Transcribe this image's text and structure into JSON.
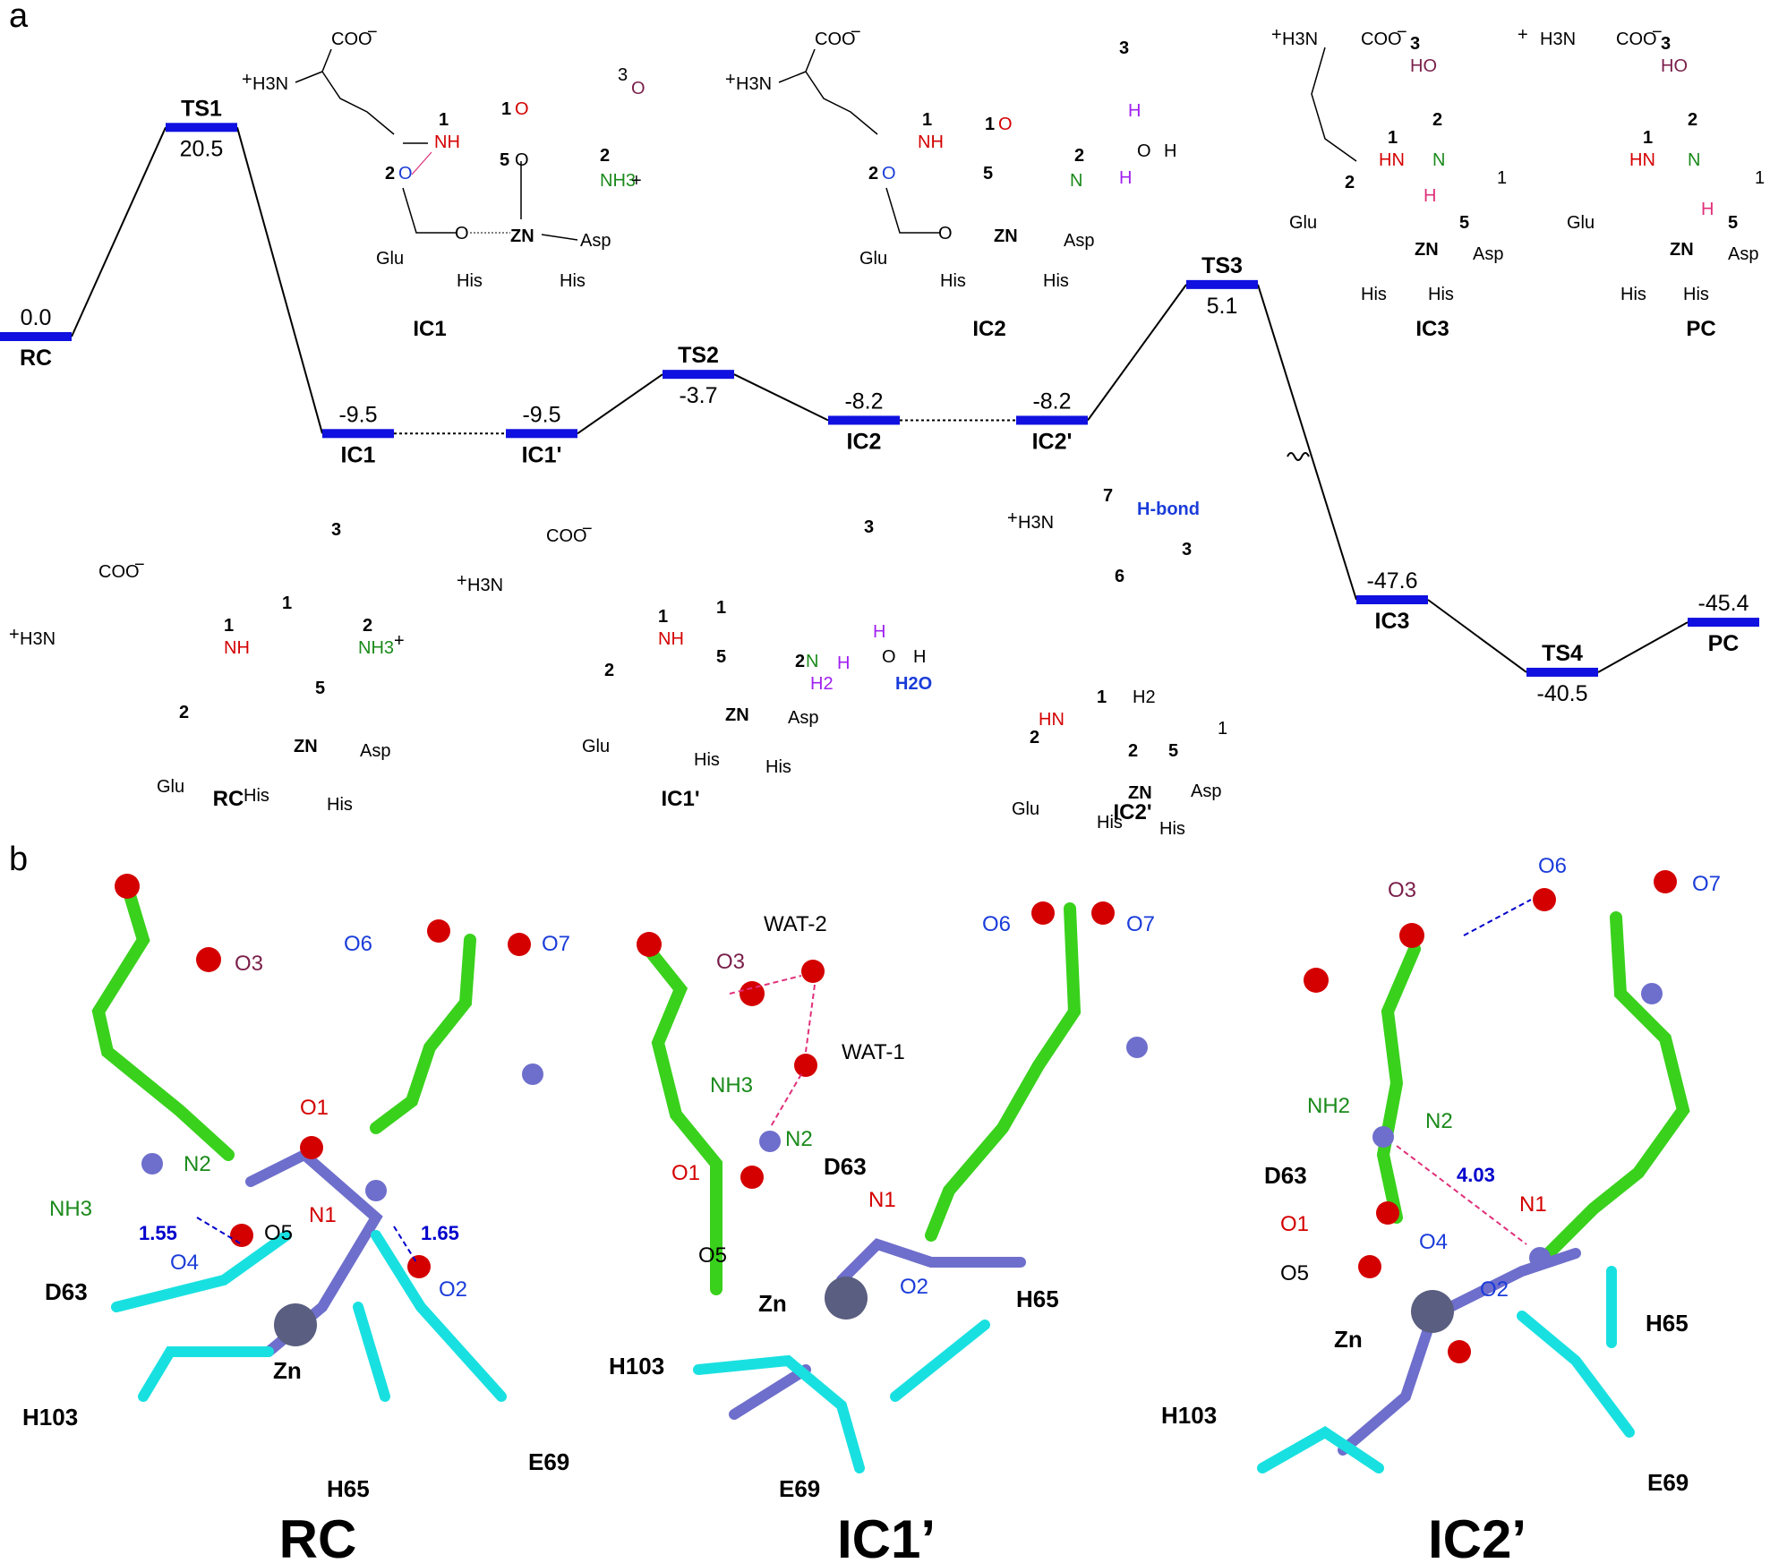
{
  "panels": {
    "a": "a",
    "b": "b"
  },
  "energy_profile": {
    "levels": [
      {
        "name": "RC",
        "value": "0.0",
        "energy": 0.0
      },
      {
        "name": "TS1",
        "value": "20.5",
        "energy": 20.5
      },
      {
        "name": "IC1",
        "value": "-9.5",
        "energy": -9.5
      },
      {
        "name": "IC1'",
        "value": "-9.5",
        "energy": -9.5
      },
      {
        "name": "TS2",
        "value": "-3.7",
        "energy": -3.7
      },
      {
        "name": "IC2",
        "value": "-8.2",
        "energy": -8.2
      },
      {
        "name": "IC2'",
        "value": "-8.2",
        "energy": -8.2
      },
      {
        "name": "TS3",
        "value": "5.1",
        "energy": 5.1
      },
      {
        "name": "IC3",
        "value": "-47.6",
        "energy": -47.6
      },
      {
        "name": "TS4",
        "value": "-40.5",
        "energy": -40.5
      },
      {
        "name": "PC",
        "value": "-45.4",
        "energy": -45.4
      }
    ]
  },
  "structures": {
    "labels": [
      "IC1",
      "IC2",
      "IC3",
      "PC",
      "RC",
      "IC1'",
      "IC2'"
    ],
    "text": {
      "coo": "COO",
      "h3n": "H3N",
      "glu": "Glu",
      "asp": "Asp",
      "his": "His",
      "zn": "ZN",
      "nh": "NH",
      "hn": "HN",
      "nh3": "NH3",
      "h2o": "H2O",
      "hbond": "H-bond",
      "o": "O",
      "h": "H",
      "n": "N",
      "ho": "HO",
      "h2": "H2"
    }
  },
  "models_3d": {
    "labels": [
      "RC",
      "IC1’",
      "IC2’"
    ],
    "residues": [
      "D63",
      "H103",
      "H65",
      "E69",
      "Zn"
    ],
    "atoms": [
      "O1",
      "O2",
      "O3",
      "O4",
      "O5",
      "O6",
      "O7",
      "N1",
      "N2",
      "NH3",
      "NH2",
      "WAT-1",
      "WAT-2"
    ],
    "distances": [
      "1.55",
      "1.65",
      "4.03"
    ]
  },
  "colors": {
    "bar": "#1010e0",
    "carbon": "#39d11c",
    "oxygen": "#d40000",
    "nitrogen": "#6e6ecc",
    "hydrogen": "#f2f2f2",
    "zinc": "#5a5e80",
    "stick": "#19e0e0",
    "hbond": "#e0307a"
  }
}
